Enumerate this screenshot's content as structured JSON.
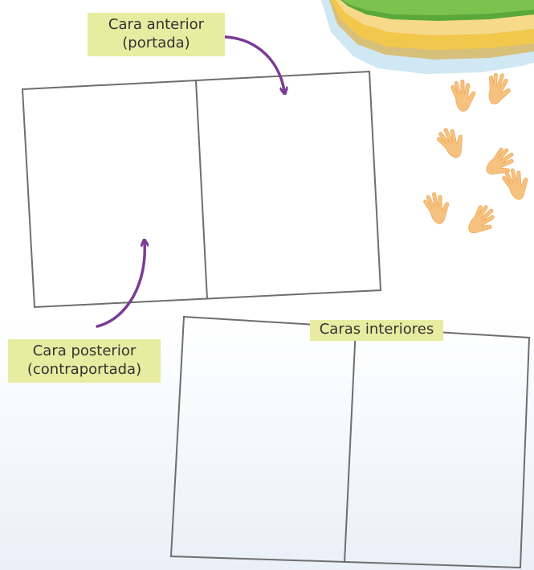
{
  "labels": {
    "front_cover": {
      "line1": "Cara anterior",
      "line2": "(portada)"
    },
    "back_cover": {
      "line1": "Cara posterior",
      "line2": "(contraportada)"
    },
    "inside": {
      "line1": "Caras interiores"
    }
  },
  "colors": {
    "label_highlight": "#e8eca0",
    "arrow": "#7b3a96",
    "frame_stroke": "#6e6e6e",
    "hand": "#f6c27f",
    "terrain_green": "#5aa83a",
    "terrain_sand": "#f1c84b",
    "water": "#bfe0ef"
  },
  "icons": {
    "hands": "hand-print-icon",
    "terrain": "island-illustration"
  }
}
